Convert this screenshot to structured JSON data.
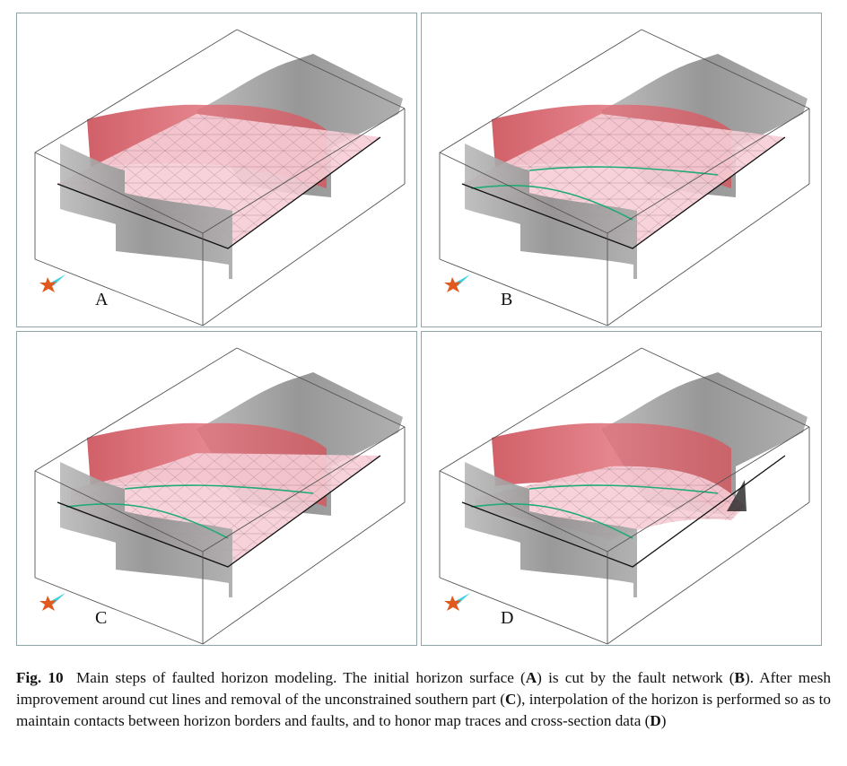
{
  "figure": {
    "panels": [
      {
        "id": "A",
        "label": "A",
        "variant": 0
      },
      {
        "id": "B",
        "label": "B",
        "variant": 1
      },
      {
        "id": "C",
        "label": "C",
        "variant": 2
      },
      {
        "id": "D",
        "label": "D",
        "variant": 3
      }
    ],
    "colors": {
      "panel_border": "#8fa6a8",
      "fault_gray": "#8e8e8e",
      "fault_red": "#e0707a",
      "horizon_pink": "#f6cdd6",
      "trace_green": "#22aa77",
      "compass_orange": "#e05a20",
      "compass_cyan": "#40d0e0"
    }
  },
  "caption": {
    "fig_label": "Fig. 10",
    "t1": "Main steps of faulted horizon modeling. The initial horizon surface (",
    "b1": "A",
    "t2": ") is cut by the fault network (",
    "b2": "B",
    "t3": "). After mesh improvement around cut lines and removal of the unconstrained southern part (",
    "b3": "C",
    "t4": "), interpolation of the horizon is performed so as to maintain contacts between horizon borders and faults, and to honor map traces and cross-section data (",
    "b4": "D",
    "t5": ")"
  }
}
